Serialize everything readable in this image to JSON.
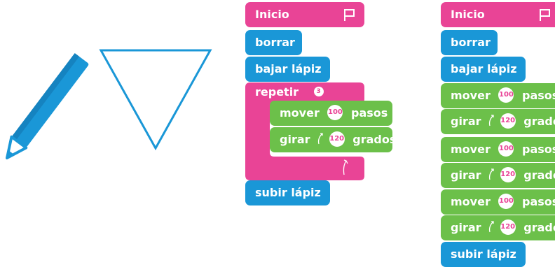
{
  "colors": {
    "events": "#e94496",
    "pen": "#1a97d7",
    "motion": "#6cc04a",
    "drawing": "#1a97d7"
  },
  "left": {
    "pencil": {
      "icon": "pencil-icon"
    },
    "triangle": {
      "icon": "triangle-icon"
    }
  },
  "program_loop": {
    "start_label": "Inicio",
    "clear_label": "borrar",
    "pen_down_label": "bajar lápiz",
    "repeat_label": "repetir",
    "repeat_count": "3",
    "move_label": "mover",
    "move_value": "100",
    "move_unit": "pasos",
    "turn_label": "girar",
    "turn_value": "120",
    "turn_unit": "grados",
    "pen_up_label": "subir lápiz"
  },
  "program_linear": {
    "start_label": "Inicio",
    "clear_label": "borrar",
    "pen_down_label": "bajar lápiz",
    "steps": [
      {
        "move_label": "mover",
        "move_value": "100",
        "move_unit": "pasos",
        "turn_label": "girar",
        "turn_value": "120",
        "turn_unit": "grados"
      },
      {
        "move_label": "mover",
        "move_value": "100",
        "move_unit": "pasos",
        "turn_label": "girar",
        "turn_value": "120",
        "turn_unit": "grados"
      },
      {
        "move_label": "mover",
        "move_value": "100",
        "move_unit": "pasos",
        "turn_label": "girar",
        "turn_value": "120",
        "turn_unit": "grados"
      }
    ],
    "pen_up_label": "subir lápiz"
  }
}
